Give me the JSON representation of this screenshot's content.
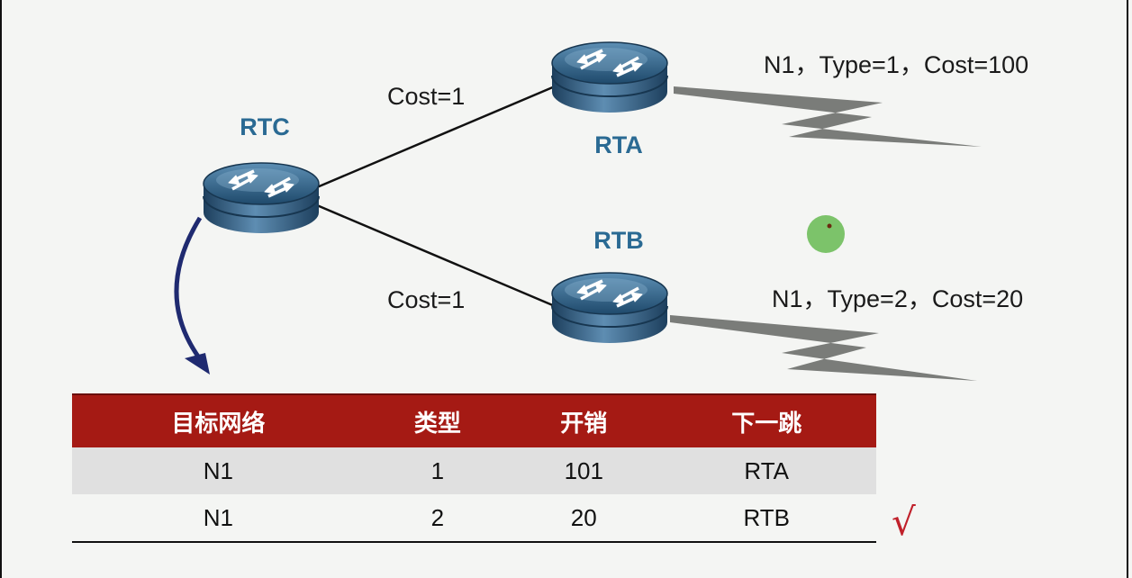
{
  "routers": {
    "rtc": {
      "label": "RTC"
    },
    "rta": {
      "label": "RTA"
    },
    "rtb": {
      "label": "RTB"
    }
  },
  "links": {
    "rtc_rta_cost": "Cost=1",
    "rtc_rtb_cost": "Cost=1"
  },
  "external_routes": {
    "via_rta": "N1，Type=1，Cost=100",
    "via_rtb": "N1，Type=2，Cost=20"
  },
  "table": {
    "headers": [
      "目标网络",
      "类型",
      "开销",
      "下一跳"
    ],
    "rows": [
      [
        "N1",
        "1",
        "101",
        "RTA"
      ],
      [
        "N1",
        "2",
        "20",
        "RTB"
      ]
    ],
    "selected_mark": "√"
  },
  "colors": {
    "header_bg": "#a51a14",
    "router_label": "#2a6a93",
    "check_mark": "#c0202a",
    "lightning": "#7a7c79",
    "pointer_dot": "#7cc36a"
  }
}
